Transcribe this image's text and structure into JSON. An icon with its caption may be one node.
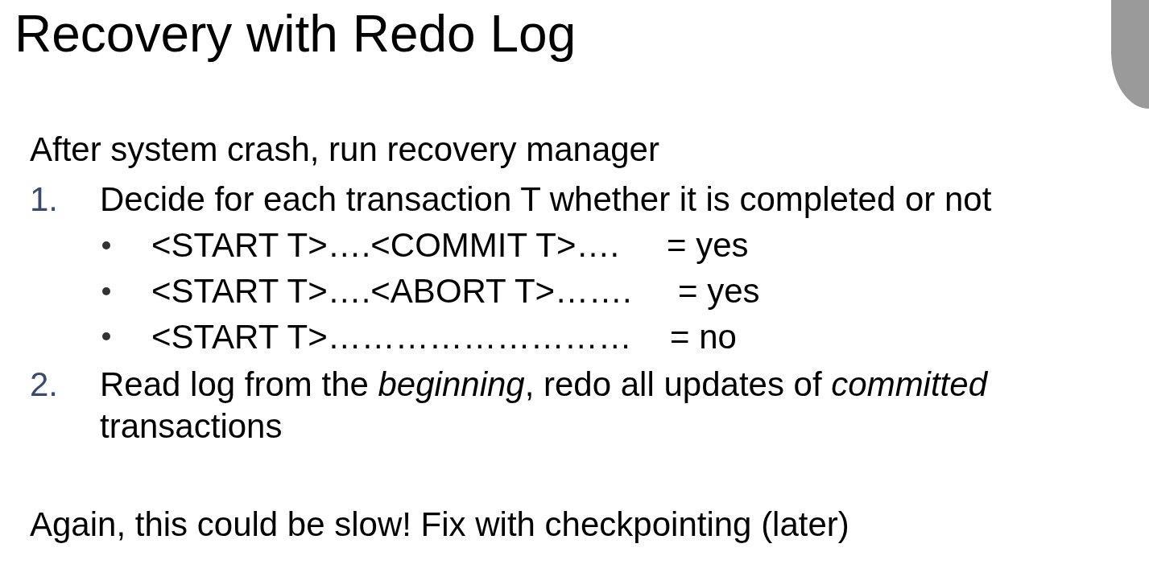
{
  "diagram": {
    "title": "Recovery with Redo Log",
    "labels": [
      "After system crash, run recovery manager",
      "1.",
      "Decide for each transaction T whether it is completed or not",
      "<START T>….<COMMIT T>….",
      "= yes",
      "<START T>….<ABORT T>…….",
      "= yes",
      "<START T>………………………",
      "= no",
      "2.",
      "Read log from the *beginning*, redo all updates of *committed* transactions",
      "Again, this could be slow! Fix with checkpointing (later)"
    ]
  }
}
